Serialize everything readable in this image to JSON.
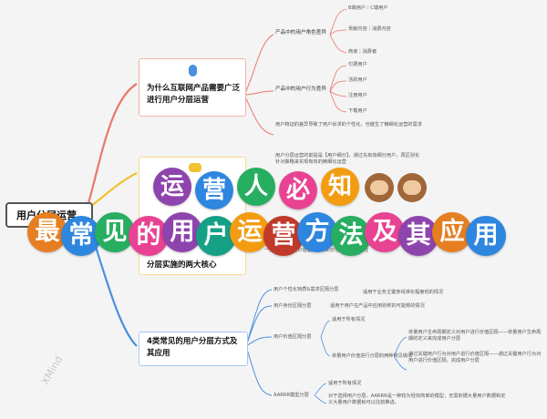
{
  "center": {
    "label": "用户分层运营"
  },
  "watermark": "XMind",
  "branch1": {
    "title": "为什么互联网产品需要广泛进行用户分层运营",
    "group_roles": {
      "label": "产品中的用户角色差异",
      "items": [
        "B端用户｜C端用户",
        "贡献内容｜消费内容",
        "商家｜消费者"
      ]
    },
    "group_behaviour": {
      "label": "产品中的用户行为差异",
      "items": [
        "付费用户",
        "活跃用户",
        "注册用户",
        "下载用户"
      ]
    },
    "note": "用户物证的差异导致了用户诉求的个性化，也催生了精细化运营的需求"
  },
  "branch2": {
    "title_partial": "分层实施的两大核心",
    "note_top": "用户分层运营的前提是【用户细分】，通过先有效细分用户，再区别化针对策略来实现有效的精细化运营",
    "note_bottom": "一类用户提供的价值能调动到的价值用户的稳定性"
  },
  "branch3": {
    "title": "4类常见的用户分层方式及其应用",
    "items": [
      {
        "label": "用户个性化特质&需求区隔分层",
        "note": "适用于业务主键条线准化程度低的情况"
      },
      {
        "label": "用户身份区隔分层",
        "note": "适用于用户在产品中应用别称的可能频的情况"
      },
      {
        "label": "用户价值区隔分层",
        "note_top": "适用于所有情况",
        "note_mid": "依量用户价值进行分层的两种常见做法",
        "note_a": "依量用户生命周期定义对用户进行价值区隔——依量用户生命周期的定义来完成用户分层",
        "note_b": "通过关键用户行为对用户进行价值区隔——通过关键用户行为对用户进行价值区隔，完成用户分层"
      },
      {
        "label": "AARRR模型分层",
        "note_top": "适用于所有情况",
        "note": "对于选择用户分层，AARRR是一种较为轻快简单的模型，无需依据大量用户数据和定义大量用户数据就可以往前推进。"
      }
    ]
  },
  "overlay": {
    "line1": [
      "运",
      "营",
      "人",
      "必",
      "知"
    ],
    "line1_colors": [
      "#8e44ad",
      "#2e86de",
      "#27ae60",
      "#e84393",
      "#f39c12"
    ],
    "line2": [
      "最",
      "常",
      "见",
      "的",
      "用",
      "户",
      "运",
      "营",
      "方",
      "法",
      "及",
      "其",
      "应",
      "用"
    ],
    "line2_colors": [
      "#e67e22",
      "#2e86de",
      "#27ae60",
      "#e84393",
      "#8e44ad",
      "#16a085",
      "#f39c12",
      "#c0392b",
      "#2e86de",
      "#27ae60",
      "#e84393",
      "#8e44ad",
      "#e67e22",
      "#2e86de"
    ]
  }
}
